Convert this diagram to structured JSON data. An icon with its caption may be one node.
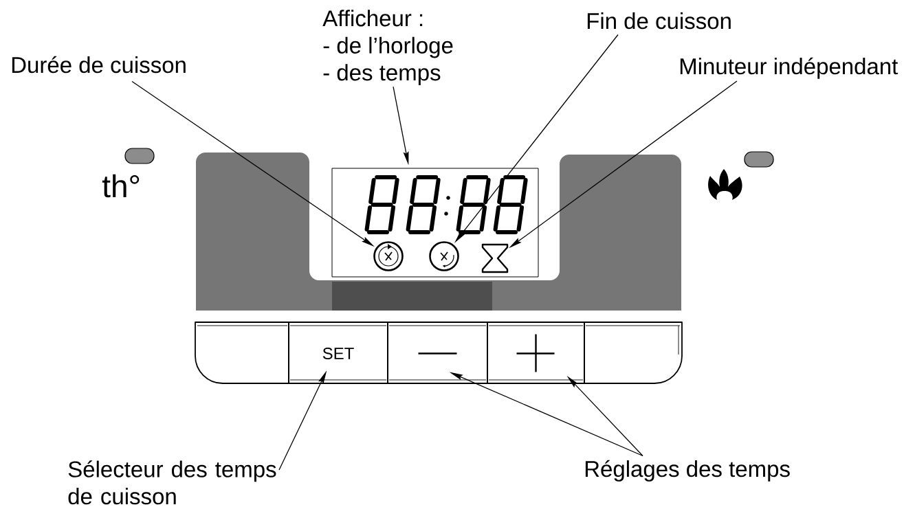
{
  "diagram": {
    "nodes": [
      {
        "text": [
          "Afficheur :",
          "- de l’horloge",
          "- des temps"
        ]
      },
      {
        "text": [
          "Fin de cuisson"
        ]
      },
      {
        "text": [
          "Durée de cuisson"
        ]
      },
      {
        "text": [
          "Minuteur indépendant"
        ]
      },
      {
        "text": [],
        "shape": "box"
      },
      {
        "text": [],
        "shape": "picture",
        "in": 4
      },
      {
        "text": [],
        "shape": "picture",
        "in": 4
      },
      {
        "text": [],
        "shape": "picture",
        "in": 4
      },
      {
        "text": [],
        "shape": "box"
      },
      {
        "text": [
          "SET"
        ]
      },
      {
        "text": [],
        "shape": "box"
      },
      {
        "text": [],
        "shape": "box"
      },
      {
        "text": [],
        "shape": "box"
      },
      {
        "text": [
          "Sélecteur des temps de cuisson"
        ]
      },
      {
        "text": [
          "Réglages des temps"
        ]
      }
    ],
    "edges": [
      {
        "from": 2,
        "to": 5,
        "arrow": "to"
      },
      {
        "from": 0,
        "to": 4,
        "arrow": "to"
      },
      {
        "from": 1,
        "to": 6,
        "arrow": "to"
      },
      {
        "from": 3,
        "to": 7,
        "arrow": "to"
      },
      {
        "from": 13,
        "to": 9,
        "arrow": "to"
      },
      {
        "from": 14,
        "to": 10,
        "arrow": "to"
      },
      {
        "from": 14,
        "to": 11,
        "arrow": "to"
      }
    ],
    "labels": [
      "th°"
    ]
  }
}
